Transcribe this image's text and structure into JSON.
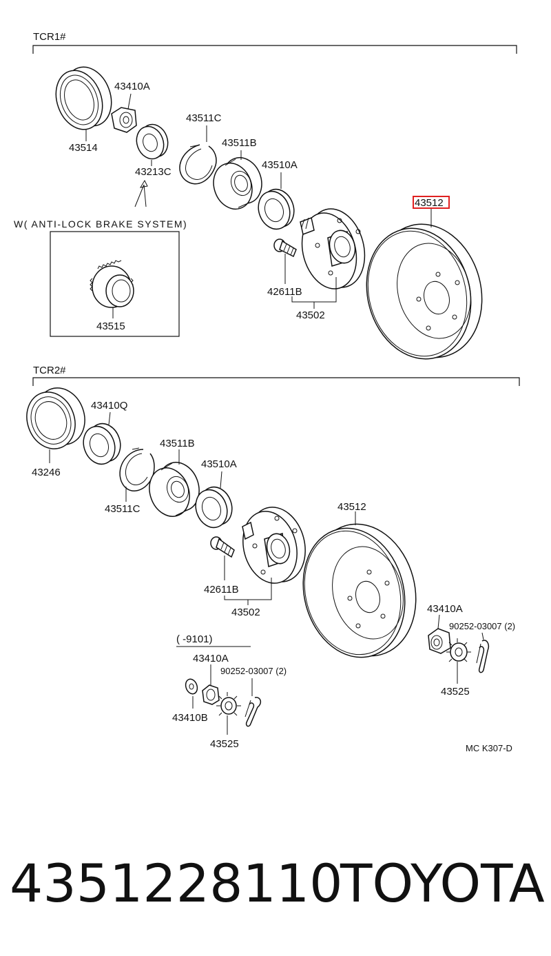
{
  "sections": {
    "tcr1": "TCR1#",
    "tcr2": "TCR2#"
  },
  "note_abs": "W( ANTI-LOCK  BRAKE  SYSTEM)",
  "range_note": "(       -9101)",
  "labels": {
    "l_43410A_a": "43410A",
    "l_43514": "43514",
    "l_43213C": "43213C",
    "l_43511C_a": "43511C",
    "l_43511B_a": "43511B",
    "l_43510A_a": "43510A",
    "l_43512_a": "43512",
    "l_43515": "43515",
    "l_42611B_a": "42611B",
    "l_43502_a": "43502",
    "l_43410Q": "43410Q",
    "l_43246": "43246",
    "l_43511B_b": "43511B",
    "l_43511C_b": "43511C",
    "l_43510A_b": "43510A",
    "l_43512_b": "43512",
    "l_42611B_b": "42611B",
    "l_43502_b": "43502",
    "l_43410A_b": "43410A",
    "l_90252_b": "90252-03007 (2)",
    "l_43525_b": "43525",
    "l_43410A_c": "43410A",
    "l_90252_c": "90252-03007 (2)",
    "l_43410B": "43410B",
    "l_43525_c": "43525"
  },
  "highlighted_part": "43512",
  "diagram_code": "MC K307-D",
  "footer": {
    "part_number": "4351228110",
    "brand": "TOYOTA"
  }
}
